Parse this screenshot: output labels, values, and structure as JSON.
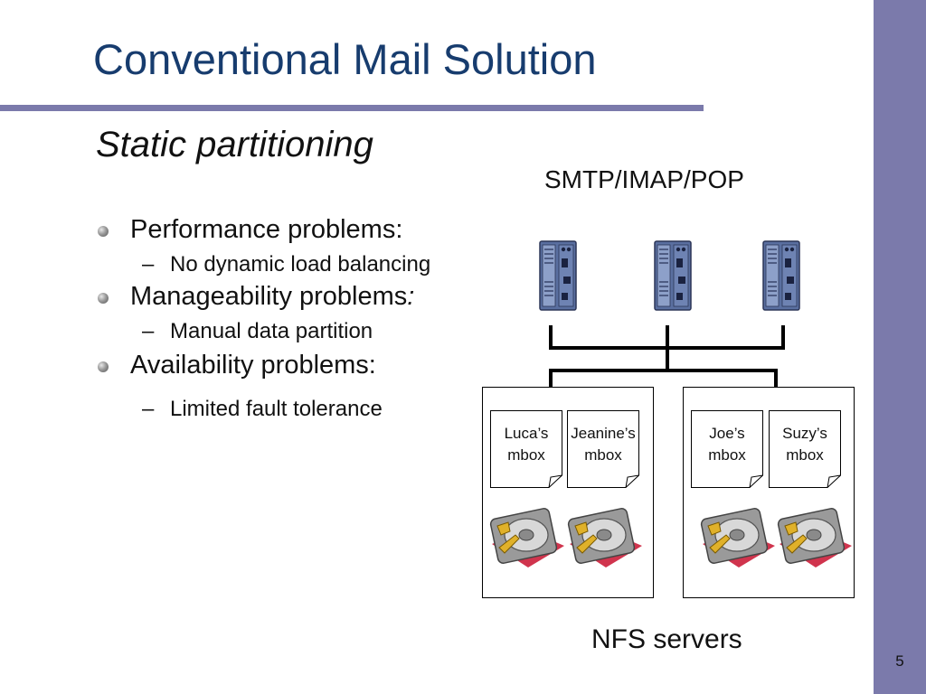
{
  "slide": {
    "title": "Conventional Mail Solution",
    "subtitle": "Static partitioning",
    "page_number": "5"
  },
  "bullets": [
    {
      "text": "Performance problems:",
      "sub": "No dynamic load balancing"
    },
    {
      "text": "Manageability problems",
      "italic_suffix": ":",
      "sub": "Manual data partition"
    },
    {
      "text": "Availability problems:",
      "sub": "Limited fault tolerance"
    }
  ],
  "diagram": {
    "protocol_label": "SMTP/IMAP/POP",
    "storage_label": "NFS servers",
    "mailboxes": [
      {
        "owner": "Luca’s",
        "type": "mbox"
      },
      {
        "owner": "Jeanine’s",
        "type": "mbox"
      },
      {
        "owner": "Joe’s",
        "type": "mbox"
      },
      {
        "owner": "Suzy’s",
        "type": "mbox"
      }
    ],
    "icons": {
      "server": "server-tower-icon",
      "disk": "hard-disk-icon",
      "document": "document-icon"
    }
  },
  "colors": {
    "title": "#173c6e",
    "accent": "#7b7aab",
    "disk_red": "#c8102e"
  }
}
